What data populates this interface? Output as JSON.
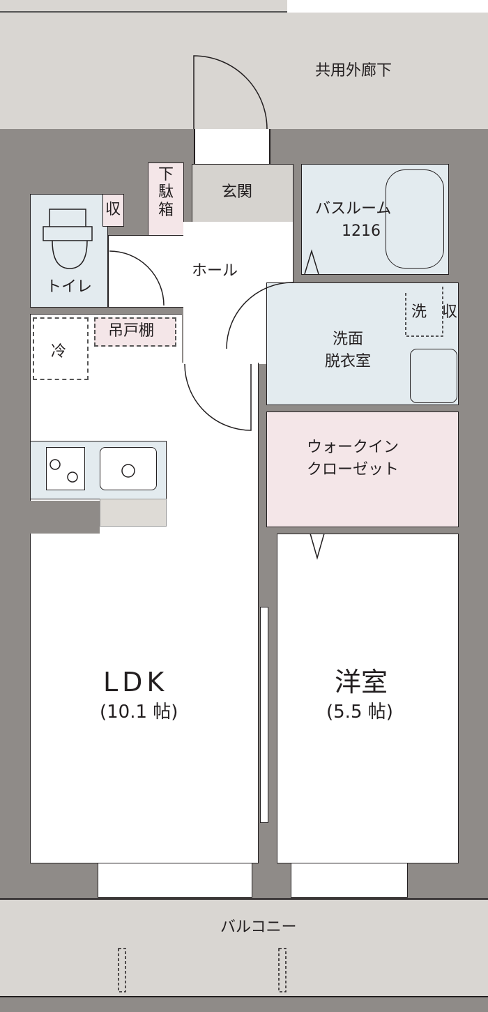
{
  "rooms": {
    "corridor": "共用外廊下",
    "entrance": "玄関",
    "shoe_box": "下駄箱",
    "toilet": "トイレ",
    "toilet_storage": "収",
    "hall": "ホール",
    "bathroom": "バスルーム",
    "bathroom_size": "1216",
    "washroom_line1": "洗面",
    "washroom_line2": "脱衣室",
    "washer": "洗",
    "wash_storage": "収",
    "hanging_cabinet": "吊戸棚",
    "fridge": "冷",
    "walk_in_line1": "ウォークイン",
    "walk_in_line2": "クローゼット",
    "ldk": "LDK",
    "ldk_size": "(10.1 帖)",
    "western": "洋室",
    "western_size": "(5.5 帖)",
    "balcony": "バルコニー"
  },
  "colors": {
    "wall": "#8f8b88",
    "exterior": "#d9d6d2",
    "wet": "#e3ebef",
    "storage": "#f4e6e8"
  }
}
